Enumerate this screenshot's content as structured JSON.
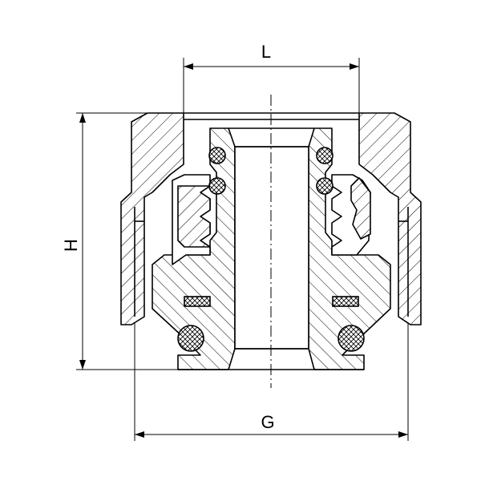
{
  "drawing": {
    "dimensions": {
      "L": "L",
      "G": "G",
      "H": "H"
    }
  }
}
